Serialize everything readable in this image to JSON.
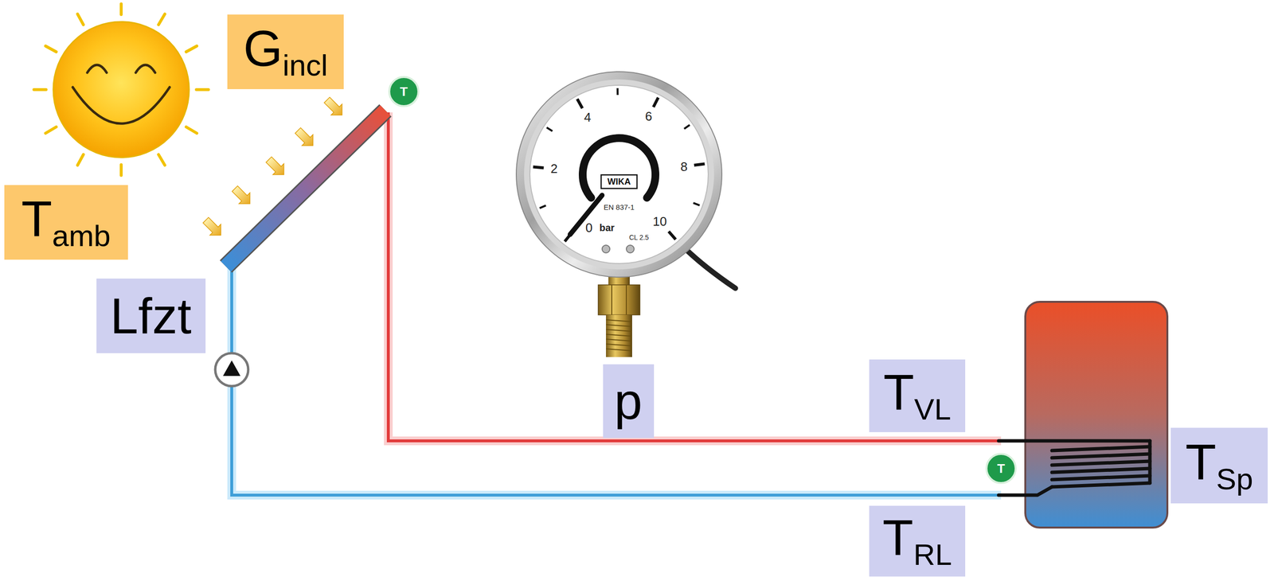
{
  "diagram": {
    "nodes": [
      {
        "text": [
          "Gincl"
        ]
      },
      {
        "text": [
          "Tamb"
        ]
      },
      {
        "text": [
          "Lfzt"
        ]
      },
      {
        "text": [
          "p"
        ]
      },
      {
        "text": [
          "TVL"
        ]
      },
      {
        "text": [
          "TSp"
        ]
      },
      {
        "text": [
          "TRL"
        ]
      }
    ],
    "labels": [
      "T",
      "4",
      "6",
      "2",
      "8",
      "10",
      "0",
      "bar",
      "WIKA",
      "EN 837-1",
      "CL 2.5",
      "T"
    ]
  }
}
